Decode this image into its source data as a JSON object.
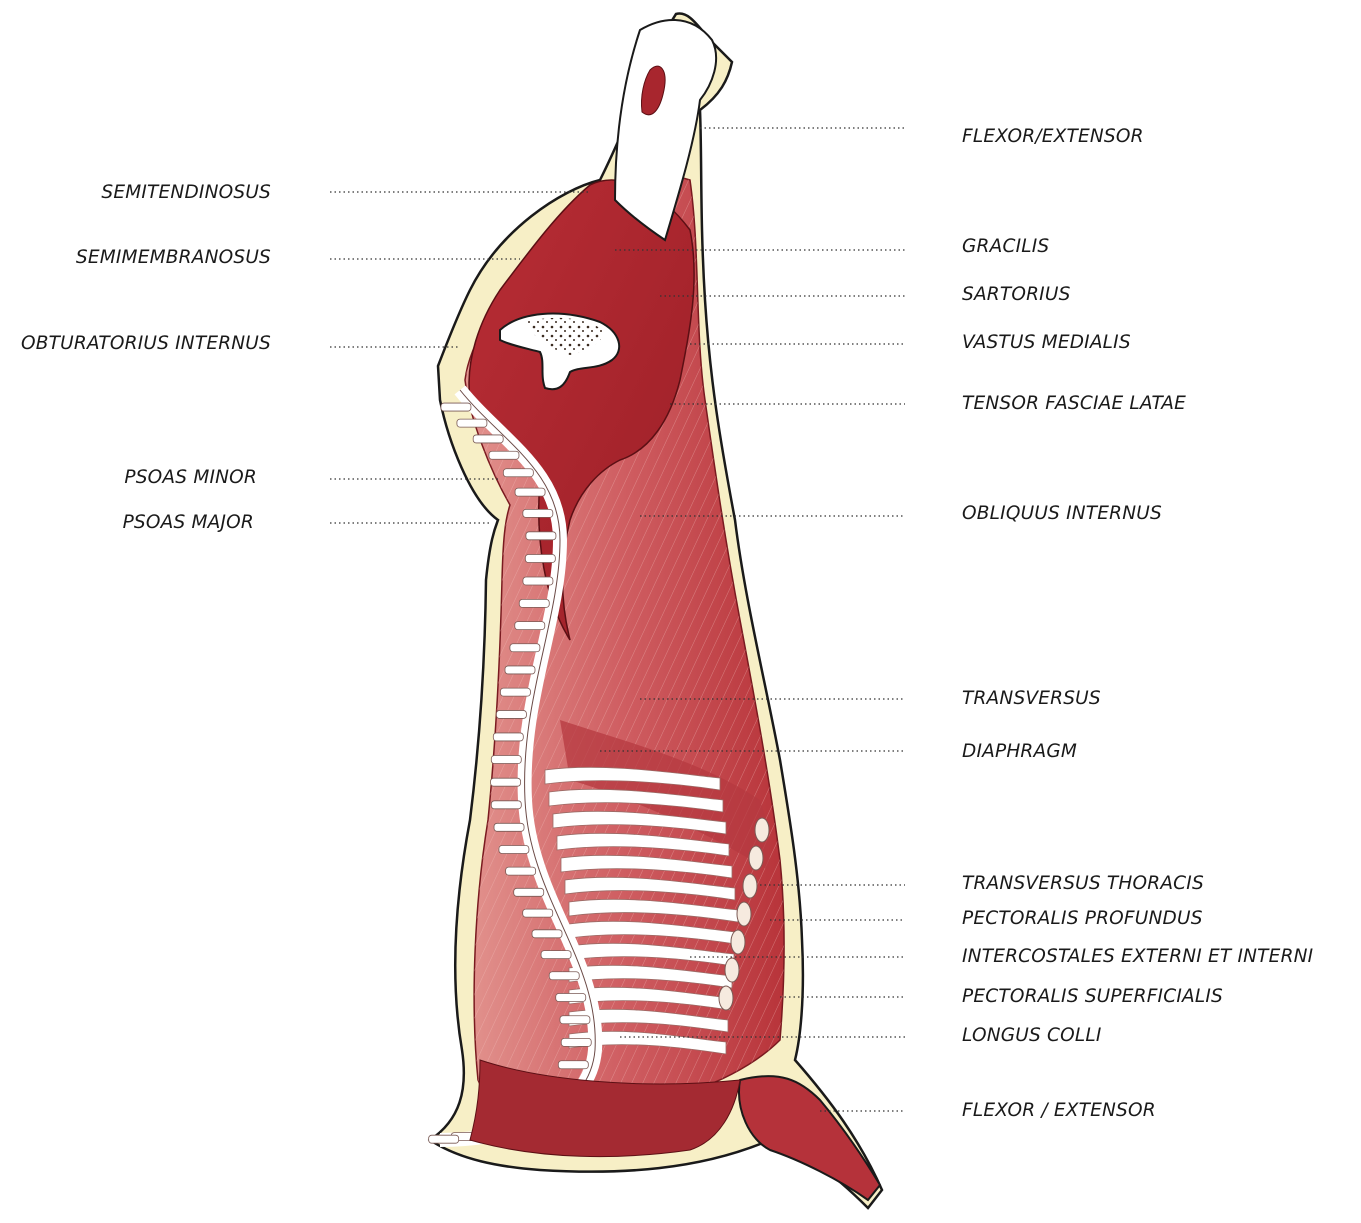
{
  "colors": {
    "fat": "#f7efc6",
    "muscle": "#c94f54",
    "muscle_dark": "#8e1c22",
    "muscle_light": "#e8a9a3",
    "bone": "#ffffff",
    "outline": "#1a1a1a",
    "leader": "#333333"
  },
  "labels": {
    "left": [
      {
        "id": "semitendinosus",
        "text": "SEMITENDINOSUS"
      },
      {
        "id": "semimembranosus",
        "text": "SEMIMEMBRANOSUS"
      },
      {
        "id": "obturatorius-internus",
        "text": "OBTURATORIUS  INTERNUS"
      },
      {
        "id": "psoas-minor",
        "text": "PSOAS  MINOR"
      },
      {
        "id": "psoas-major",
        "text": "PSOAS  MAJOR"
      }
    ],
    "right": [
      {
        "id": "flexor-extensor-top",
        "text": "FLEXOR/EXTENSOR"
      },
      {
        "id": "gracilis",
        "text": "GRACILIS"
      },
      {
        "id": "sartorius",
        "text": "SARTORIUS"
      },
      {
        "id": "vastus-medialis",
        "text": "VASTUS  MEDIALIS"
      },
      {
        "id": "tensor-fasciae-latae",
        "text": "TENSOR  FASCIAE  LATAE"
      },
      {
        "id": "obliquus-internus",
        "text": "OBLIQUUS  INTERNUS"
      },
      {
        "id": "transversus",
        "text": "TRANSVERSUS"
      },
      {
        "id": "diaphragm",
        "text": "DIAPHRAGM"
      },
      {
        "id": "transversus-thoracis",
        "text": "TRANSVERSUS  THORACIS"
      },
      {
        "id": "pectoralis-profundus",
        "text": "PECTORALIS  PROFUNDUS"
      },
      {
        "id": "intercostales",
        "text": "INTERCOSTALES  EXTERNI  ET  INTERNI"
      },
      {
        "id": "pectoralis-superficialis",
        "text": "PECTORALIS  SUPERFICIALIS"
      },
      {
        "id": "longus-colli",
        "text": "LONGUS  COLLI"
      },
      {
        "id": "flexor-extensor-bottom",
        "text": "FLEXOR / EXTENSOR"
      }
    ]
  }
}
